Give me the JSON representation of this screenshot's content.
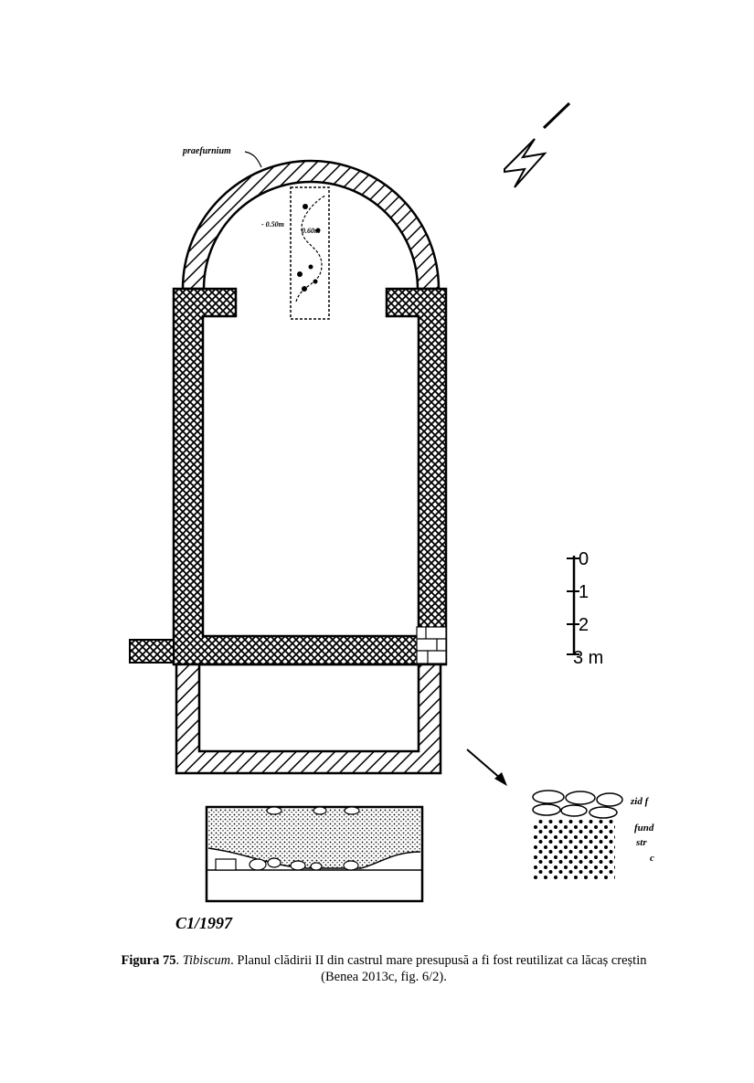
{
  "figure": {
    "label": "Figura 75",
    "site": "Tibiscum",
    "text": ". Planul clădirii II din castrul mare presupusă a fi fost reutilizat ca lăcaș creștin",
    "reference": "(Benea 2013c, fig. 6/2)."
  },
  "plan": {
    "apse_annotation": "praefurnium",
    "depth_label_1": "- 0.50m",
    "depth_label_2": "0.60m",
    "scale_ticks": [
      "0",
      "1",
      "2",
      "3 m"
    ],
    "drawing_signature": "C1/1997",
    "section_labels": [
      "zid f",
      "fund",
      "str",
      "c"
    ]
  }
}
